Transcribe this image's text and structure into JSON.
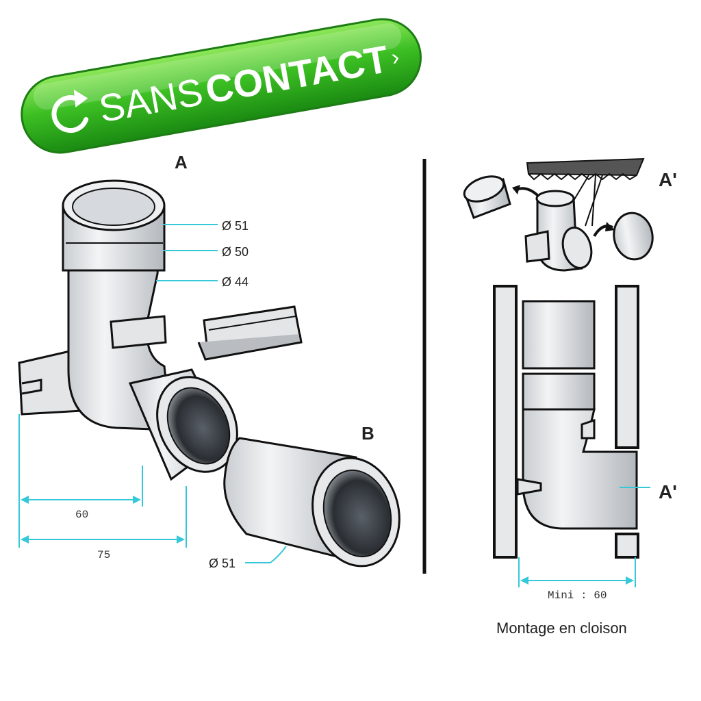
{
  "badge": {
    "text_light": "SANS",
    "text_bold": "CONTACT",
    "chevron": "›",
    "icon": "refresh-arrow-icon",
    "color_top": "#7be04a",
    "color_bottom": "#1f9a16"
  },
  "left_panel": {
    "label_a": "A",
    "label_b": "B",
    "diameters": [
      "Ø 51",
      "Ø 50",
      "Ø 44"
    ],
    "sleeve_diameter": "Ø 51",
    "dim_60": "60",
    "dim_75": "75"
  },
  "right_panel": {
    "label_top": "A'",
    "label_side": "A'",
    "mini": "Mini : 60",
    "caption": "Montage en cloison"
  },
  "colors": {
    "dimension_line": "#35c8d8",
    "pipe": "#e3e5e7",
    "outline": "#111111"
  }
}
